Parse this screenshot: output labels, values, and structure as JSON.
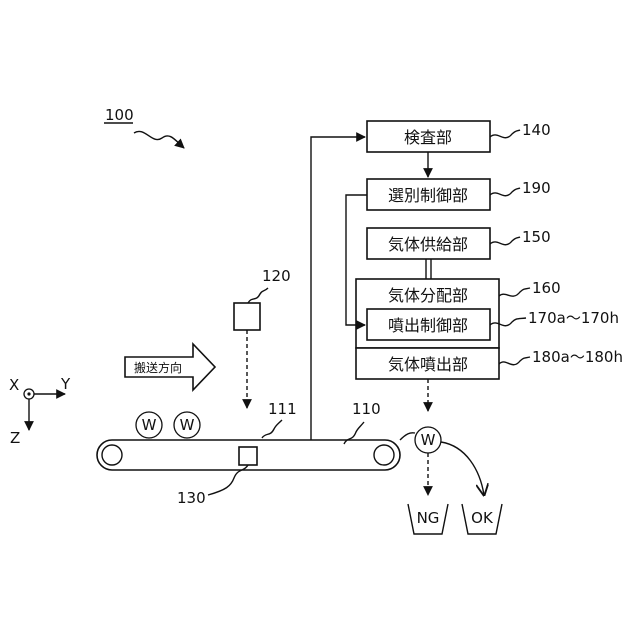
{
  "figure": {
    "system_ref": "100",
    "refs": {
      "inspection": "140",
      "sort_control": "190",
      "gas_supply": "150",
      "gas_distribution": "160",
      "jet_control": "170a〜170h",
      "gas_jet": "180a〜180h",
      "camera": "120",
      "sensor": "130",
      "conveyor": "110",
      "belt": "111"
    },
    "blocks": {
      "inspection": "検査部",
      "sort_control": "選別制御部",
      "gas_supply": "気体供給部",
      "gas_distribution": "気体分配部",
      "jet_control": "噴出制御部",
      "gas_jet": "気体噴出部"
    },
    "direction_label": "搬送方向",
    "axes": {
      "x": "X",
      "y": "Y",
      "z": "Z"
    },
    "workpiece": "W",
    "bins": {
      "ng": "NG",
      "ok": "OK"
    }
  }
}
